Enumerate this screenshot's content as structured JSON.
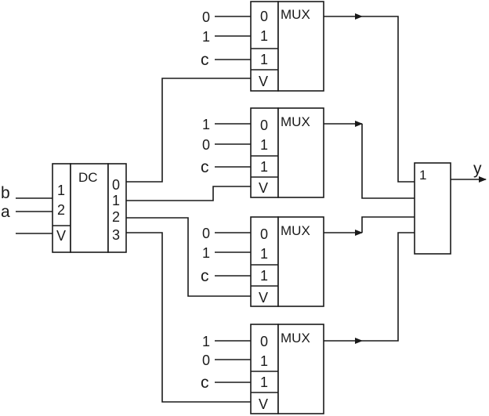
{
  "decoder": {
    "title": "DC",
    "inputs": [
      "1",
      "2",
      "V"
    ],
    "outputs": [
      "0",
      "1",
      "2",
      "3"
    ]
  },
  "circuit_inputs": {
    "b": "b",
    "a": "a"
  },
  "muxes": [
    {
      "title": "MUX",
      "pins": [
        "0",
        "1",
        "1",
        "V"
      ],
      "signals": [
        "0",
        "1",
        "c"
      ]
    },
    {
      "title": "MUX",
      "pins": [
        "0",
        "1",
        "1",
        "V"
      ],
      "signals": [
        "1",
        "0",
        "c"
      ]
    },
    {
      "title": "MUX",
      "pins": [
        "0",
        "1",
        "1",
        "V"
      ],
      "signals": [
        "0",
        "1",
        "c"
      ]
    },
    {
      "title": "MUX",
      "pins": [
        "0",
        "1",
        "1",
        "V"
      ],
      "signals": [
        "1",
        "0",
        "c"
      ]
    }
  ],
  "or_gate": {
    "title": "1"
  },
  "output": {
    "label": "y"
  }
}
